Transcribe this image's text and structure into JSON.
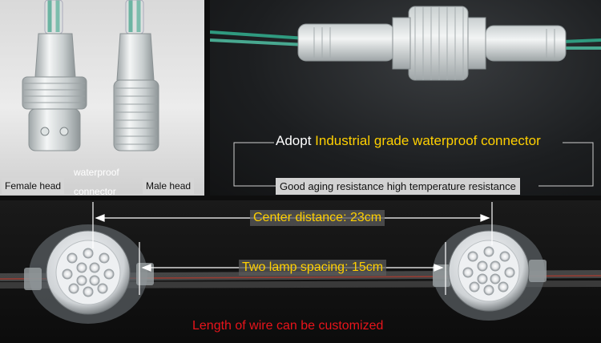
{
  "connector_panel": {
    "female_label": "Female head",
    "waterproof_label_line1": "waterproof",
    "waterproof_label_line2": "connector",
    "male_label": "Male head"
  },
  "joined_panel": {
    "caption_prefix": "Adopt ",
    "caption_highlight": "Industrial grade waterproof connector",
    "spec_text": "Good aging resistance high temperature resistance"
  },
  "lamp_panel": {
    "center_distance": "Center distance: 23cm",
    "lamp_spacing": "Two lamp spacing: 15cm",
    "wire_note": "Length of wire can be customized"
  },
  "colors": {
    "highlight": "#ffd000",
    "note_red": "#e8141b",
    "wire_green": "#2f9a7f"
  }
}
